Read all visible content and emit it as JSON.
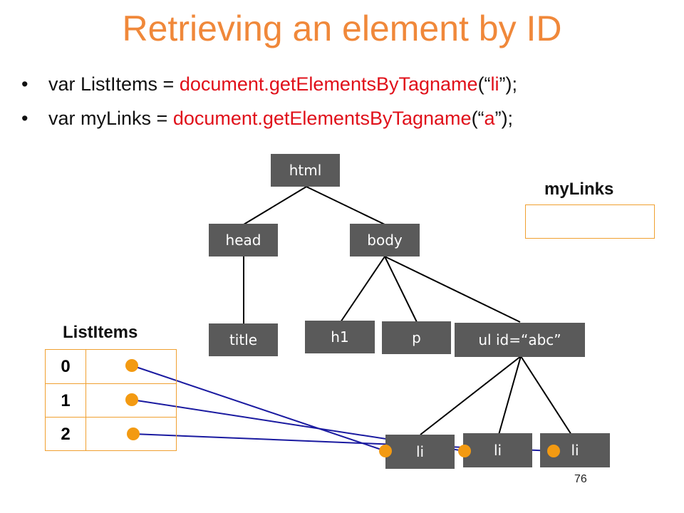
{
  "title": "Retrieving an element by ID",
  "bullets": [
    {
      "prefix": "var ListItems = ",
      "call": "document.getElementsByTagname",
      "open": "(“",
      "arg": "li",
      "close": "”);"
    },
    {
      "prefix": "var myLinks = ",
      "call": "document.getElementsByTagname",
      "open": "(“",
      "arg": "a",
      "close": "”);"
    }
  ],
  "tree": {
    "html": "html",
    "head": "head",
    "body": "body",
    "title": "title",
    "h1": "h1",
    "p": "p",
    "ul": "ul id=“abc”",
    "li_1": "li",
    "li_2": "li",
    "li_3": "li"
  },
  "mylinks_label": "myLinks",
  "listitems_label": "ListItems",
  "listitems_indices": [
    "0",
    "1",
    "2"
  ],
  "page_number": "76",
  "colors": {
    "title": "#f0883a",
    "code": "#e0101a",
    "node": "#5a5a5a",
    "pointer_line": "#1a1aa0",
    "pointer_dot": "#f39a12",
    "box_border": "#f0a030"
  }
}
